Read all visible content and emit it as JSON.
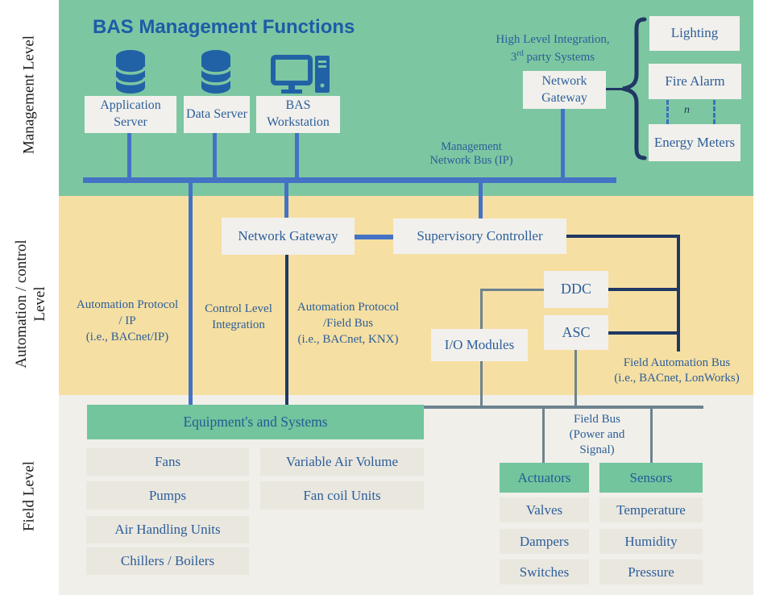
{
  "title": "BAS Management Functions",
  "side_labels": {
    "management": "Management Level",
    "automation_line1": "Automation / control",
    "automation_line2": "Level",
    "field": "Field Level"
  },
  "management": {
    "app_server": "Application Server",
    "data_server": "Data Server",
    "workstation": "BAS Workstation",
    "gateway": "Network Gateway",
    "hli_line1": "High Level Integration,",
    "hli_l2_pre": "3",
    "hli_l2_sup": "rd",
    "hli_l2_post": " party Systems",
    "third_party": [
      "Lighting",
      "Fire Alarm",
      "Energy Meters"
    ],
    "n_label": "n",
    "bus_label_line1": "Management",
    "bus_label_line2": "Network Bus (IP)"
  },
  "automation": {
    "gateway": "Network Gateway",
    "supervisory": "Supervisory Controller",
    "ddc": "DDC",
    "asc": "ASC",
    "io_modules": "I/O Modules",
    "labels": {
      "proto_ip": [
        "Automation Protocol",
        "/  IP",
        "(i.e., BACnet/IP)"
      ],
      "control": [
        "Control Level",
        "Integration"
      ],
      "proto_field": [
        "Automation Protocol",
        "/Field Bus",
        "(i.e., BACnet, KNX)"
      ],
      "field_auto_bus": [
        "Field Automation Bus",
        "(i.e., BACnet, LonWorks)"
      ]
    }
  },
  "field": {
    "header": "Equipment's and Systems",
    "equipment_col1": [
      "Fans",
      "Pumps",
      "Air Handling Units",
      "Chillers / Boilers"
    ],
    "equipment_col2": [
      "Variable Air Volume",
      "Fan coil Units"
    ],
    "bus_label": [
      "Field Bus",
      "(Power and",
      "Signal)"
    ],
    "actuators_header": "Actuators",
    "actuators_items": [
      "Valves",
      "Dampers",
      "Switches"
    ],
    "sensors_header": "Sensors",
    "sensors_items": [
      "Temperature",
      "Humidity",
      "Pressure"
    ]
  },
  "colors": {
    "management_bg": "#7dc6a2",
    "automation_bg": "#f6dfa2",
    "field_bg": "#f1efe9",
    "header_green": "#72c59d",
    "box_fill": "#f2f0ec",
    "row_fill": "#eae7df",
    "bus_blue": "#4472c4",
    "navy": "#1f3864",
    "gray_line": "#6d838f",
    "text_blue": "#2b5e9a",
    "title_blue": "#1c5ca8"
  }
}
